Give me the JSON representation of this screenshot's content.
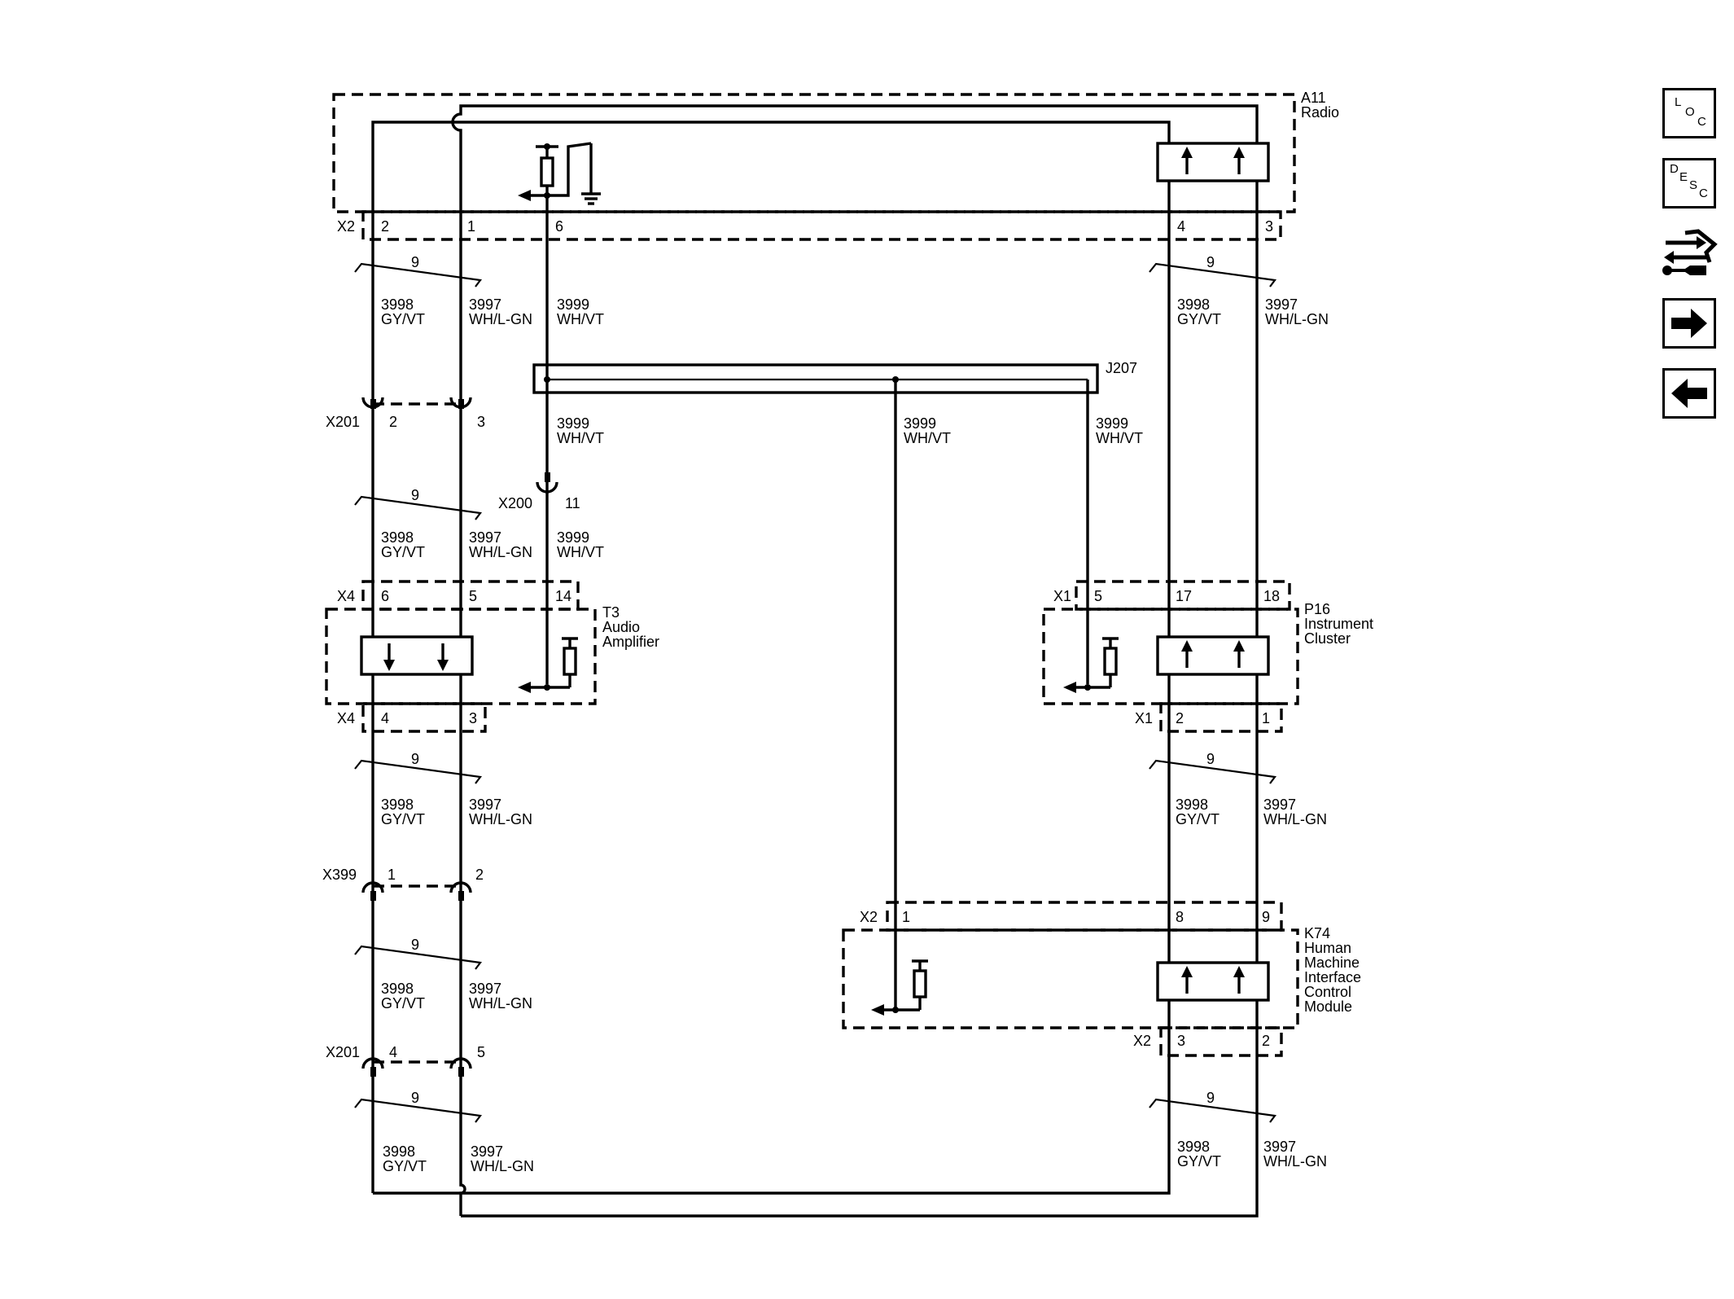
{
  "components": {
    "radio": {
      "ref": "A11",
      "name": "Radio"
    },
    "amp": {
      "ref": "T3",
      "name_lines": [
        "Audio",
        "Amplifier"
      ]
    },
    "cluster": {
      "ref": "P16",
      "name_lines": [
        "Instrument",
        "Cluster"
      ]
    },
    "hmi": {
      "ref": "K74",
      "name_lines": [
        "Human",
        "Machine",
        "Interface",
        "Control",
        "Module"
      ]
    },
    "splice": {
      "ref": "J207"
    }
  },
  "connectors": {
    "radio_x2": {
      "id": "X2",
      "pins": [
        "2",
        "1",
        "6",
        "4",
        "3"
      ]
    },
    "x201_a": {
      "id": "X201",
      "pins": [
        "2",
        "3"
      ]
    },
    "x200": {
      "id": "X200",
      "pin": "11"
    },
    "amp_x4_top": {
      "id": "X4",
      "pins": [
        "6",
        "5",
        "14"
      ]
    },
    "amp_x4_bot": {
      "id": "X4",
      "pins": [
        "4",
        "3"
      ]
    },
    "x399": {
      "id": "X399",
      "pins": [
        "1",
        "2"
      ]
    },
    "x201_b": {
      "id": "X201",
      "pins": [
        "4",
        "5"
      ]
    },
    "cluster_x1_top": {
      "id": "X1",
      "pins": [
        "5",
        "17",
        "18"
      ]
    },
    "cluster_x1_bot": {
      "id": "X1",
      "pins": [
        "2",
        "1"
      ]
    },
    "hmi_x2_top": {
      "id": "X2",
      "pins": [
        "1",
        "8",
        "9"
      ]
    },
    "hmi_x2_bot": {
      "id": "X2",
      "pins": [
        "3",
        "2"
      ]
    }
  },
  "wires": {
    "w3998": {
      "circuit": "3998",
      "color": "GY/VT"
    },
    "w3997": {
      "circuit": "3997",
      "color": "WH/L-GN"
    },
    "w3999": {
      "circuit": "3999",
      "color": "WH/VT"
    }
  },
  "twist_label": "9",
  "nav": {
    "loc": {
      "letters": [
        "L",
        "O",
        "C"
      ]
    },
    "desc": {
      "letters": [
        "D",
        "E",
        "S",
        "C"
      ]
    },
    "service_icon": "tools-swap-icon",
    "next_icon": "arrow-right-icon",
    "prev_icon": "arrow-left-icon"
  }
}
